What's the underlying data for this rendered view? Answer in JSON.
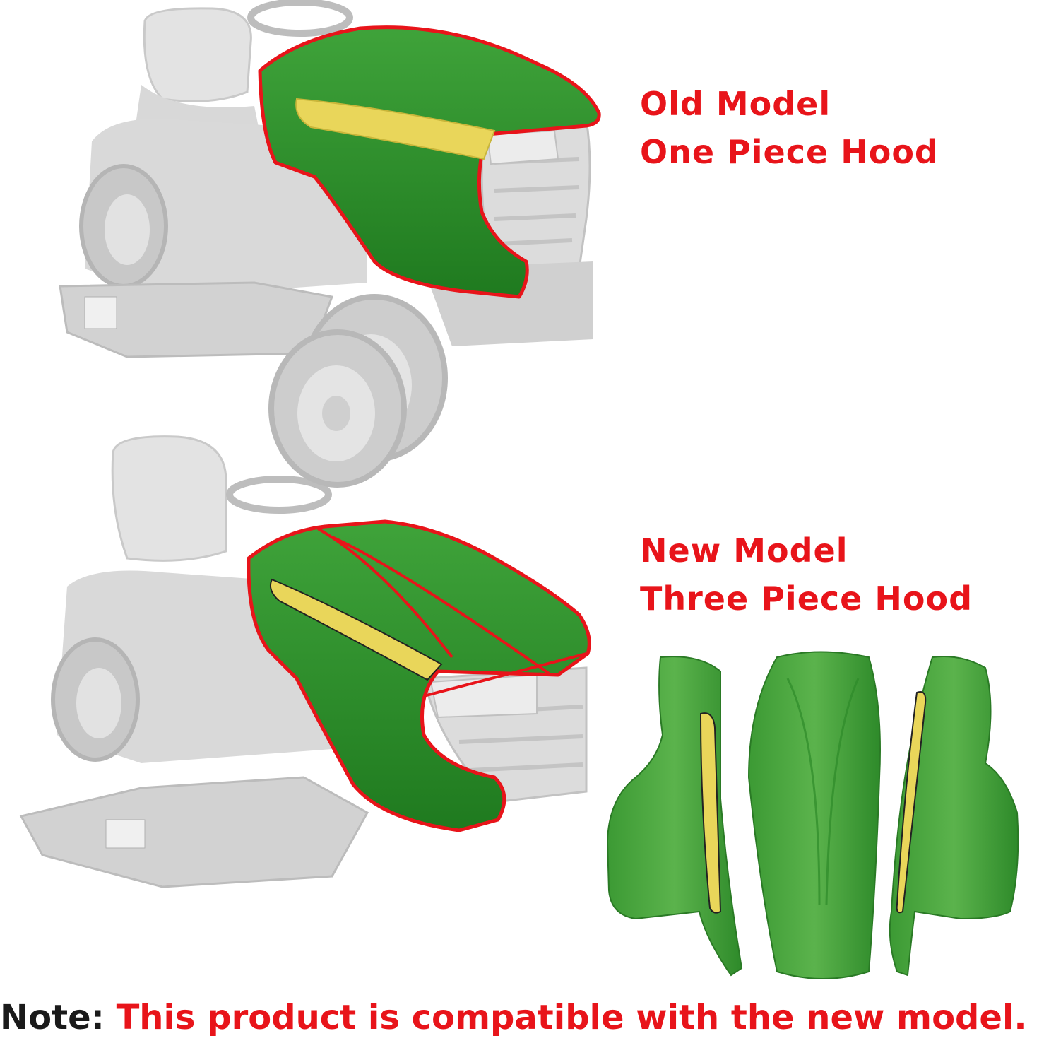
{
  "old_model": {
    "line1": "Old Model",
    "line2": "One Piece Hood"
  },
  "new_model": {
    "line1": "New Model",
    "line2": "Three Piece Hood"
  },
  "note": {
    "prefix": "Note:",
    "message": "This product is compatible with the new model."
  },
  "colors": {
    "hood_green": "#2f8f2a",
    "outline_red": "#e8141a",
    "stripe_yellow": "#e9d65a",
    "tractor_gray": "#cfcfcf"
  }
}
